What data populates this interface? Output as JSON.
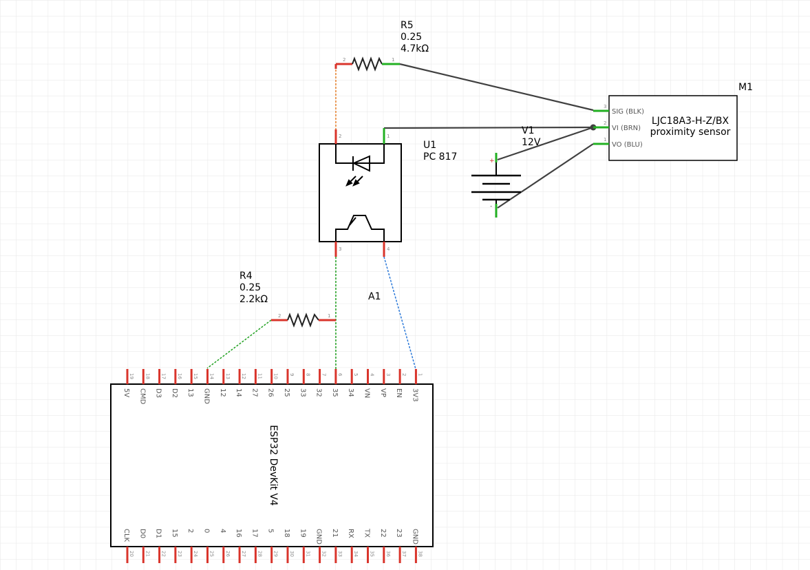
{
  "components": {
    "r5": {
      "ref": "R5",
      "power": "0.25",
      "value": "4.7kΩ",
      "pin1": "1",
      "pin2": "2"
    },
    "r4": {
      "ref": "R4",
      "power": "0.25",
      "value": "2.2kΩ",
      "pin1": "1",
      "pin2": "2"
    },
    "u1": {
      "ref": "U1",
      "part": "PC 817",
      "pins": [
        "1",
        "2",
        "3",
        "4"
      ]
    },
    "v1": {
      "ref": "V1",
      "value": "12V",
      "plus": "+",
      "minus": "-"
    },
    "m1": {
      "ref": "M1",
      "line1": "LJC18A3-H-Z/BX",
      "line2": "proximity sensor",
      "pins": [
        {
          "num": "3",
          "name": "SIG (BLK)"
        },
        {
          "num": "2",
          "name": "VI (BRN)"
        },
        {
          "num": "1",
          "name": "VO (BLU)"
        }
      ]
    },
    "a1": {
      "ref": "A1",
      "name": "ESP32 DevKit V4",
      "top_pins": [
        {
          "num": "19",
          "name": "5V"
        },
        {
          "num": "18",
          "name": "CMD"
        },
        {
          "num": "17",
          "name": "D3"
        },
        {
          "num": "16",
          "name": "D2"
        },
        {
          "num": "15",
          "name": "13"
        },
        {
          "num": "14",
          "name": "GND"
        },
        {
          "num": "13",
          "name": "12"
        },
        {
          "num": "12",
          "name": "14"
        },
        {
          "num": "11",
          "name": "27"
        },
        {
          "num": "10",
          "name": "26"
        },
        {
          "num": "9",
          "name": "25"
        },
        {
          "num": "8",
          "name": "33"
        },
        {
          "num": "7",
          "name": "32"
        },
        {
          "num": "6",
          "name": "35"
        },
        {
          "num": "5",
          "name": "34"
        },
        {
          "num": "4",
          "name": "VN"
        },
        {
          "num": "3",
          "name": "VP"
        },
        {
          "num": "2",
          "name": "EN"
        },
        {
          "num": "1",
          "name": "3V3"
        }
      ],
      "bottom_pins": [
        {
          "num": "20",
          "name": "CLK"
        },
        {
          "num": "21",
          "name": "D0"
        },
        {
          "num": "22",
          "name": "D1"
        },
        {
          "num": "23",
          "name": "15"
        },
        {
          "num": "24",
          "name": "2"
        },
        {
          "num": "25",
          "name": "0"
        },
        {
          "num": "26",
          "name": "4"
        },
        {
          "num": "27",
          "name": "16"
        },
        {
          "num": "28",
          "name": "17"
        },
        {
          "num": "29",
          "name": "5"
        },
        {
          "num": "30",
          "name": "18"
        },
        {
          "num": "31",
          "name": "19"
        },
        {
          "num": "32",
          "name": "GND"
        },
        {
          "num": "33",
          "name": "21"
        },
        {
          "num": "34",
          "name": "RX"
        },
        {
          "num": "35",
          "name": "TX"
        },
        {
          "num": "36",
          "name": "22"
        },
        {
          "num": "37",
          "name": "23"
        },
        {
          "num": "38",
          "name": "GND"
        }
      ]
    }
  },
  "colors": {
    "grid": "#e6e6e6",
    "wire": "#404040",
    "pin_red": "#d9342b",
    "pin_green": "#22b022",
    "wire_orange": "#e8802a",
    "wire_green": "#1fa01f",
    "wire_blue": "#2a78d8"
  }
}
